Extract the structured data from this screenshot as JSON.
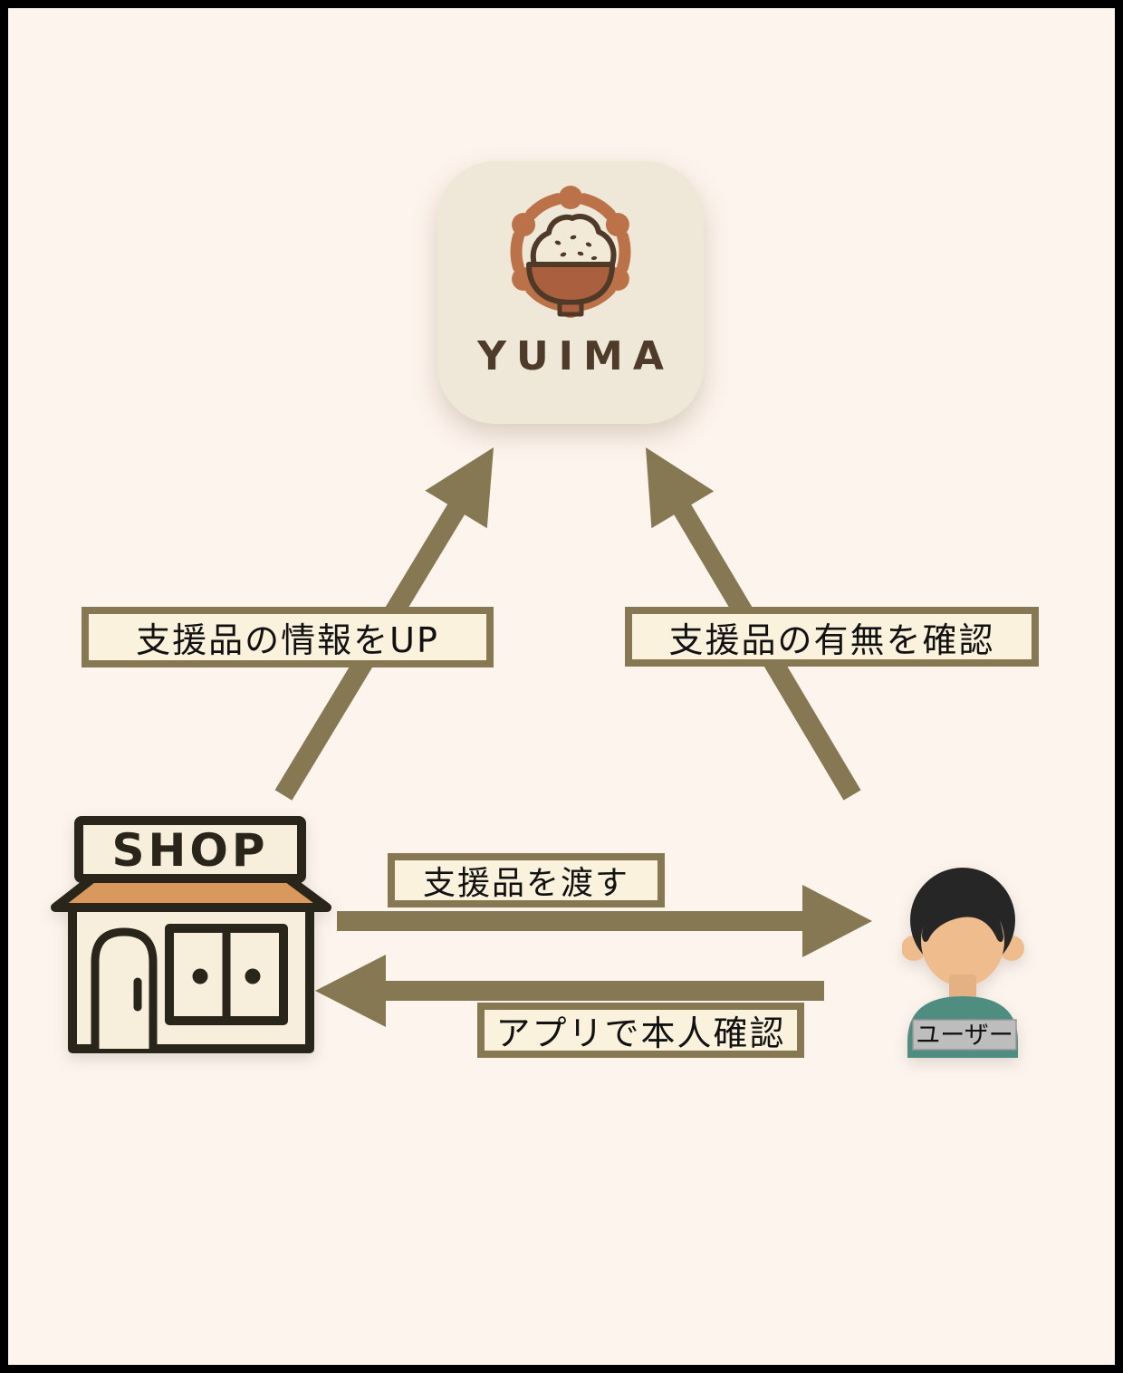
{
  "diagram": {
    "app": {
      "name": "YUIMA"
    },
    "shop": {
      "sign": "SHOP"
    },
    "user": {
      "label": "ユーザー"
    },
    "flows": {
      "shop_to_app": "支援品の情報をUP",
      "user_to_app": "支援品の有無を確認",
      "shop_to_user": "支援品を渡す",
      "user_to_shop": "アプリで本人確認"
    },
    "colors": {
      "background": "#FDF4ED",
      "frame": "#000000",
      "arrow_olive": "#867852",
      "label_box_bg": "#FBF2DE",
      "label_box_border": "#867852",
      "app_icon_bg": "#EFE8D8",
      "app_name_brown": "#4E3B2A",
      "logo_terracotta": "#BC7249",
      "logo_outline_brown": "#4F3A28",
      "bowl_fill": "#AA5F3E",
      "rice_cream": "#F2EAD6",
      "shop_outline": "#2A251B",
      "shop_cream": "#F7EFDC",
      "awning_orange": "#D9995C",
      "hair_black": "#262626",
      "skin": "#EFBC8E",
      "shirt_teal": "#4F8D80",
      "user_label_bg": "#BDBDBD"
    }
  }
}
